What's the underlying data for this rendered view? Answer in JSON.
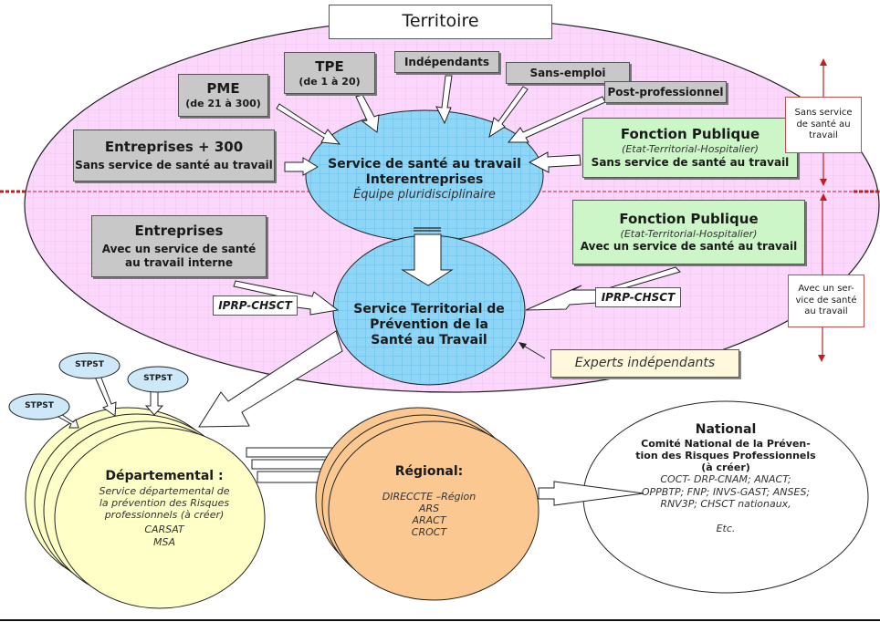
{
  "title": "Territoire",
  "top_boxes": {
    "pme": {
      "title": "PME",
      "sub": "(de 21 à 300)"
    },
    "tpe": {
      "title": "TPE",
      "sub": "(de 1 à 20)"
    },
    "independants": {
      "title": "Indépendants"
    },
    "sans_emploi": {
      "title": "Sans-emploi"
    },
    "post_pro": {
      "title": "Post-professionnel"
    },
    "entreprises300": {
      "title": "Entreprises + 300",
      "sub": "Sans service de santé au travail"
    },
    "fp_sans": {
      "title": "Fonction Publique",
      "italic": "(Etat-Territorial-Hospitalier)",
      "sub": "Sans service de santé au travail"
    },
    "entreprises_avec": {
      "title": "Entreprises",
      "sub1": "Avec un service de santé",
      "sub2": "au travail interne"
    },
    "fp_avec": {
      "title": "Fonction Publique",
      "italic": "(Etat-Territorial-Hospitalier)",
      "sub": "Avec un service de santé au travail"
    }
  },
  "iprp_left": "IPRP-CHSCT",
  "iprp_right": "IPRP-CHSCT",
  "experts": "Experts indépendants",
  "sst_inter": {
    "line1": "Service de santé au travail",
    "line2": "Interentreprises",
    "line3": "Équipe pluridisciplinaire"
  },
  "stpst_territorial": {
    "line1": "Service Territorial de",
    "line2": "Prévention de la",
    "line3": "Santé au Travail"
  },
  "side_labels": {
    "sans": {
      "l1": "Sans service",
      "l2": "de santé au",
      "l3": "travail"
    },
    "avec": {
      "l1": "Avec un ser-",
      "l2": "vice de santé",
      "l3": "au travail"
    }
  },
  "stpst_bubbles": [
    "STPST",
    "STPST",
    "STPST"
  ],
  "departemental": {
    "title": "Départemental :",
    "l1": "Service départemental de",
    "l2": "la prévention des Risques",
    "l3": "professionnels (à créer)",
    "l4": "CARSAT",
    "l5": "MSA"
  },
  "regional": {
    "title": "Régional:",
    "l1": "DIRECCTE –Région",
    "l2": "ARS",
    "l3": "ARACT",
    "l4": "CROCT"
  },
  "national": {
    "title": "National",
    "b1": "Comité National de la Préven-",
    "b2": "tion des Risques Professionnels",
    "b3": "(à créer)",
    "l1": "COCT- DRP-CNAM; ANACT;",
    "l2": "OPPBTP; FNP; INVS-GAST; ANSES;",
    "l3": "RNV3P;  CHSCT nationaux,",
    "l4": "Etc."
  },
  "colors": {
    "territory_fill": "#fbd8fb",
    "blue_fill": "#8fd5f5",
    "grey_box": "#c8c8c8",
    "green_box": "#ccf5c8",
    "yellow_fill": "#ffffc8",
    "orange_fill": "#fbc891",
    "divider_red": "#c0504d"
  }
}
